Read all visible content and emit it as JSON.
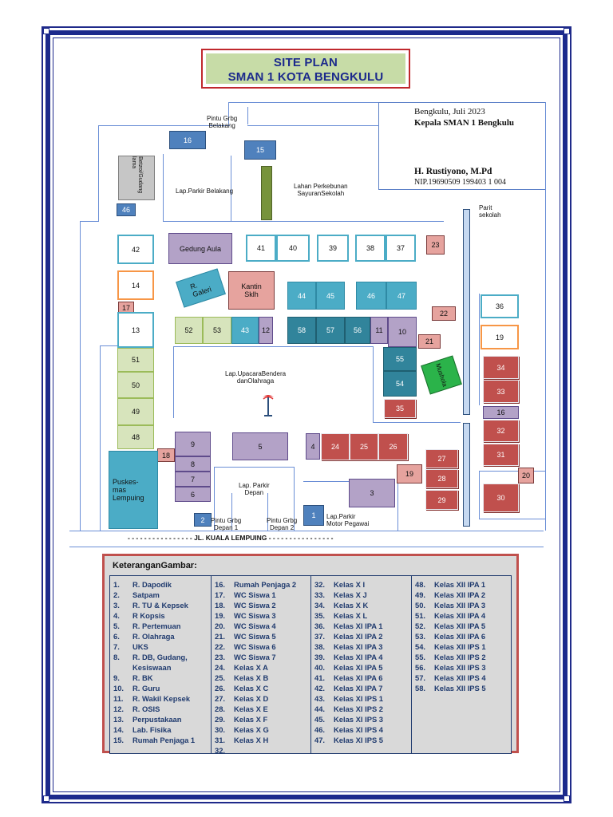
{
  "title": {
    "line1": "SITE PLAN",
    "line2": "SMAN 1 KOTA BENGKULU"
  },
  "signature": {
    "place_date": "Bengkulu, Juli 2023",
    "position": "Kepala SMAN 1 Bengkulu",
    "name": "H. Rustiyono, M.Pd",
    "nip": "NIP.19690509 199403 1 004"
  },
  "map_labels": {
    "gate_back": "Pintu Grbg\nBelakang",
    "parking_back": "Lap.Parkir Belakang",
    "plantation": "Lahan Perkebunan\nSayuranSekolah",
    "ditch": "Parit\nsekolah",
    "ceremony_field": "Lap.UpacaraBendera\ndanOlahraga",
    "parking_front": "Lap. Parkir\nDepan",
    "gate_front1": "Pintu Grbg\nDepan 1",
    "gate_front2": "Pintu Grbg\nDepan 2",
    "parking_staff": "Lap.Parkir\nMotor Pegawai",
    "street": "- - - - - - - - - - - - - - - - JL. KUALA LEMPUING - - - - - - - - - - - - - - - -"
  },
  "buildings": {
    "gudang_lama": "Betzoi/Gudang lama",
    "gedung_aula": "Gedung Aula",
    "galeri": "R.\nGaleri",
    "kantin": "Kantin\nSklh",
    "mushola": "Mushola",
    "puskesmas": "Puskes-\nmas\nLempuing"
  },
  "room_numbers": {
    "r1": "1",
    "r2": "2",
    "r3": "3",
    "r4": "4",
    "r5": "5",
    "r6": "6",
    "r7": "7",
    "r8": "8",
    "r9": "9",
    "r10": "10",
    "r11": "11",
    "r12": "12",
    "r13": "13",
    "r14": "14",
    "r15": "15",
    "r16a": "16",
    "r16b": "16",
    "r17": "17",
    "r18": "18",
    "r19a": "19",
    "r19b": "19",
    "r20": "20",
    "r21": "21",
    "r22": "22",
    "r23": "23",
    "r24": "24",
    "r25": "25",
    "r26": "26",
    "r27": "27",
    "r28": "28",
    "r29": "29",
    "r30": "30",
    "r31": "31",
    "r32": "32",
    "r33": "33",
    "r34": "34",
    "r36": "36",
    "r35": "35",
    "r37": "37",
    "r38": "38",
    "r39": "39",
    "r40": "40",
    "r41": "41",
    "r42": "42",
    "r43": "43",
    "r44": "44",
    "r45": "45",
    "r46": "46",
    "r47": "47",
    "r48": "48",
    "r49": "49",
    "r50": "50",
    "r51": "51",
    "r52": "52",
    "r53": "53",
    "r54": "54",
    "r55": "55",
    "r56": "56",
    "r57": "57",
    "r58": "58",
    "r46b": "46"
  },
  "legend": {
    "title": "KeteranganGambar:",
    "columns": [
      [
        {
          "n": "1.",
          "t": "R. Dapodik"
        },
        {
          "n": "2.",
          "t": "Satpam"
        },
        {
          "n": "3.",
          "t": "R. TU & Kepsek"
        },
        {
          "n": "4.",
          "t": "R Kopsis"
        },
        {
          "n": "5.",
          "t": "R. Pertemuan"
        },
        {
          "n": "6.",
          "t": "R. Olahraga"
        },
        {
          "n": "7.",
          "t": "UKS"
        },
        {
          "n": "8.",
          "t": "R. DB, Gudang,"
        },
        {
          "n": "",
          "t": "Kesiswaan"
        },
        {
          "n": "9.",
          "t": "R. BK"
        },
        {
          "n": "10.",
          "t": "R. Guru"
        },
        {
          "n": "11.",
          "t": "R. Wakil Kepsek"
        },
        {
          "n": "12.",
          "t": "R. OSIS"
        },
        {
          "n": "13.",
          "t": "Perpustakaan"
        },
        {
          "n": "14.",
          "t": "Lab. Fisika"
        },
        {
          "n": "15.",
          "t": "Rumah Penjaga 1"
        }
      ],
      [
        {
          "n": "16.",
          "t": "Rumah Penjaga 2"
        },
        {
          "n": "17.",
          "t": "WC Siswa 1"
        },
        {
          "n": "18.",
          "t": "WC Siswa 2"
        },
        {
          "n": "19.",
          "t": "WC Siswa 3"
        },
        {
          "n": "20.",
          "t": "WC Siswa 4"
        },
        {
          "n": "21.",
          "t": "WC Siswa 5"
        },
        {
          "n": "22.",
          "t": "WC Siswa 6"
        },
        {
          "n": "23.",
          "t": "WC Siswa 7"
        },
        {
          "n": "24.",
          "t": "Kelas X A"
        },
        {
          "n": "25.",
          "t": "Kelas X B"
        },
        {
          "n": "26.",
          "t": "Kelas X C"
        },
        {
          "n": "27.",
          "t": "Kelas X D"
        },
        {
          "n": "28.",
          "t": "Kelas X E"
        },
        {
          "n": "29.",
          "t": "Kelas X F"
        },
        {
          "n": "30.",
          "t": "Kelas X G"
        },
        {
          "n": "31.",
          "t": "Kelas X H"
        }
      ],
      [
        {
          "n": "32.",
          "t": "Kelas X I"
        },
        {
          "n": "33.",
          "t": "Kelas X J"
        },
        {
          "n": "34.",
          "t": "Kelas X K"
        },
        {
          "n": "35.",
          "t": "Kelas X L"
        },
        {
          "n": "36.",
          "t": "Kelas XI IPA 1"
        },
        {
          "n": "37.",
          "t": "Kelas XI IPA 2"
        },
        {
          "n": "38.",
          "t": "Kelas XI IPA 3"
        },
        {
          "n": "39.",
          "t": "Kelas XI IPA 4"
        },
        {
          "n": "40.",
          "t": "Kelas XI IPA 5"
        },
        {
          "n": "41.",
          "t": "Kelas XI IPA 6"
        },
        {
          "n": "42.",
          "t": "Kelas XI IPA 7"
        },
        {
          "n": "43.",
          "t": "Kelas XI IPS 1"
        },
        {
          "n": "44.",
          "t": "Kelas XI IPS 2"
        },
        {
          "n": "45.",
          "t": "Kelas XI IPS 3"
        },
        {
          "n": "46.",
          "t": "Kelas XI IPS 4"
        },
        {
          "n": "47.",
          "t": "Kelas XI IPS 5"
        }
      ],
      [
        {
          "n": "48.",
          "t": "Kelas XII IPA 1"
        },
        {
          "n": "49.",
          "t": "Kelas XII IPA 2"
        },
        {
          "n": "50.",
          "t": "Kelas XII IPA 3"
        },
        {
          "n": "51.",
          "t": "Kelas XII IPA 4"
        },
        {
          "n": "52.",
          "t": "Kelas XII IPA 5"
        },
        {
          "n": "53.",
          "t": "Kelas XII IPA 6"
        },
        {
          "n": "54.",
          "t": "Kelas XII IPS 1"
        },
        {
          "n": "55.",
          "t": "Kelas XII IPS 2"
        },
        {
          "n": "56.",
          "t": "Kelas XII IPS 3"
        },
        {
          "n": "57.",
          "t": "Kelas XII IPS 4"
        },
        {
          "n": "58.",
          "t": "Kelas XII IPS 5"
        }
      ]
    ],
    "extra_col3": {
      "n": "32.",
      "t": ""
    }
  },
  "colors": {
    "frame": "#1c2a8c",
    "title_bg": "#c7dca7",
    "title_border": "#c0282d",
    "legend_border": "#c0504d",
    "legend_text": "#1f3a6e"
  }
}
